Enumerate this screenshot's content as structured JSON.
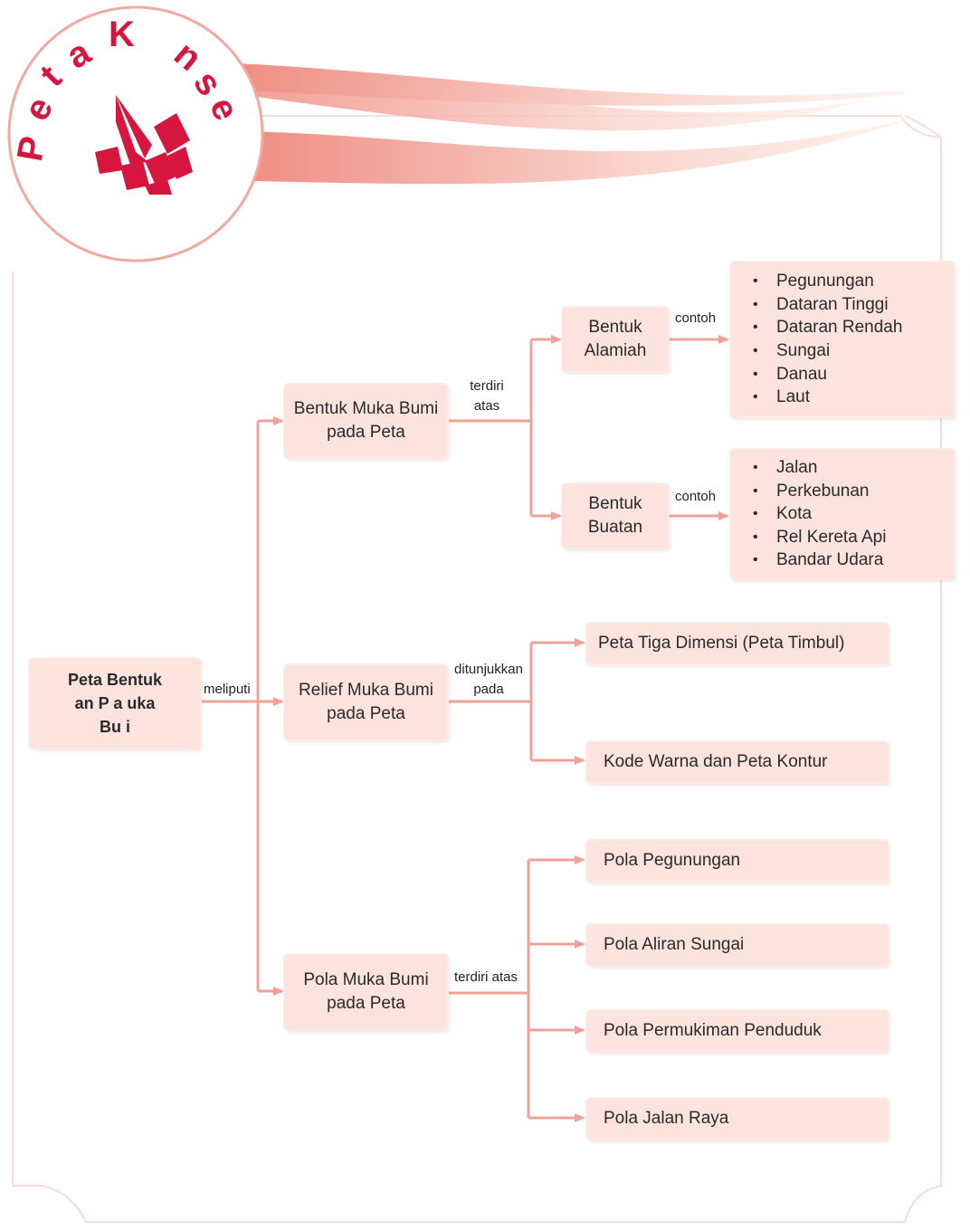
{
  "badge": {
    "title_letters": [
      "P",
      "e",
      "t",
      "a",
      "K",
      "n",
      "s",
      "e"
    ]
  },
  "root": {
    "line1": "Peta Bentuk",
    "line2": "an P  a  uka",
    "line3": "Bu  i"
  },
  "connectors": {
    "meliputi": "meliputi",
    "terdiri_1": "terdiri",
    "terdiri_2": "atas",
    "ditunjukkan_1": "ditunjukkan",
    "ditunjukkan_2": "pada",
    "terdiri_atas": "terdiri atas",
    "contoh_1": "contoh",
    "contoh_2": "contoh"
  },
  "branches": {
    "bentuk": {
      "line1": "Bentuk Muka Bumi",
      "line2": "pada Peta"
    },
    "relief": {
      "line1": "Relief Muka Bumi",
      "line2": "pada Peta"
    },
    "pola": {
      "line1": "Pola Muka Bumi",
      "line2": "pada Peta"
    }
  },
  "bentuk_children": {
    "alamiah": {
      "line1": "Bentuk",
      "line2": "Alamiah"
    },
    "buatan": {
      "line1": "Bentuk",
      "line2": "Buatan"
    }
  },
  "alamiah_examples": [
    "Pegunungan",
    "Dataran Tinggi",
    "Dataran Rendah",
    "Sungai",
    "Danau",
    "Laut"
  ],
  "buatan_examples": [
    "Jalan",
    "Perkebunan",
    "Kota",
    "Rel Kereta Api",
    "Bandar Udara"
  ],
  "relief_children": [
    "Peta Tiga Dimensi (Peta Timbul)",
    "Kode Warna dan Peta Kontur"
  ],
  "pola_children": [
    "Pola Pegunungan",
    "Pola Aliran Sungai",
    "Pola Permukiman Penduduk",
    "Pola Jalan Raya"
  ],
  "colors": {
    "accent": "#d6163f",
    "line": "#f0a298",
    "box": "#fce3dd"
  }
}
